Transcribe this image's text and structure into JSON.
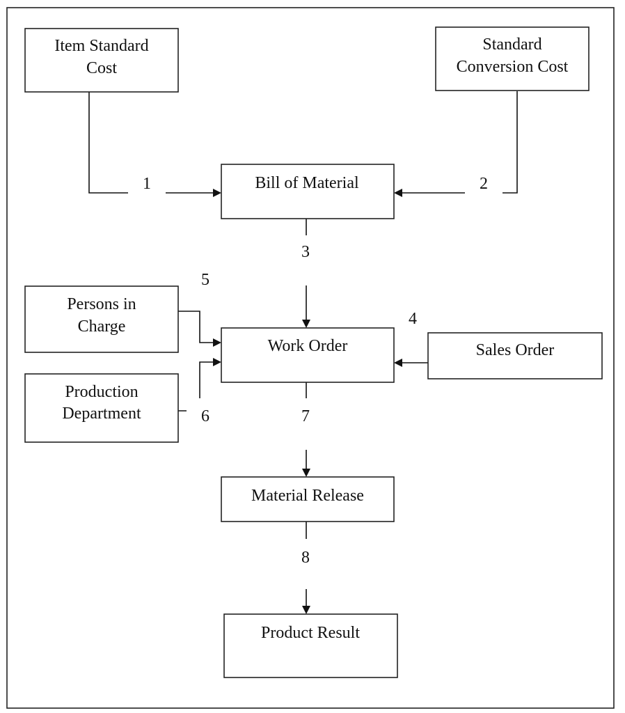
{
  "diagram": {
    "boxes": {
      "item_standard_cost": [
        "Item Standard",
        "Cost"
      ],
      "standard_conversion_cost": [
        "Standard",
        "Conversion Cost"
      ],
      "bill_of_material": [
        "Bill of Material"
      ],
      "persons_in_charge": [
        "Persons in",
        "Charge"
      ],
      "production_department": [
        "Production",
        "Department"
      ],
      "work_order": [
        "Work Order"
      ],
      "sales_order": [
        "Sales Order"
      ],
      "material_release": [
        "Material Release"
      ],
      "product_result": [
        "Product Result"
      ]
    },
    "steps": {
      "s1": "1",
      "s2": "2",
      "s3": "3",
      "s4": "4",
      "s5": "5",
      "s6": "6",
      "s7": "7",
      "s8": "8"
    }
  }
}
